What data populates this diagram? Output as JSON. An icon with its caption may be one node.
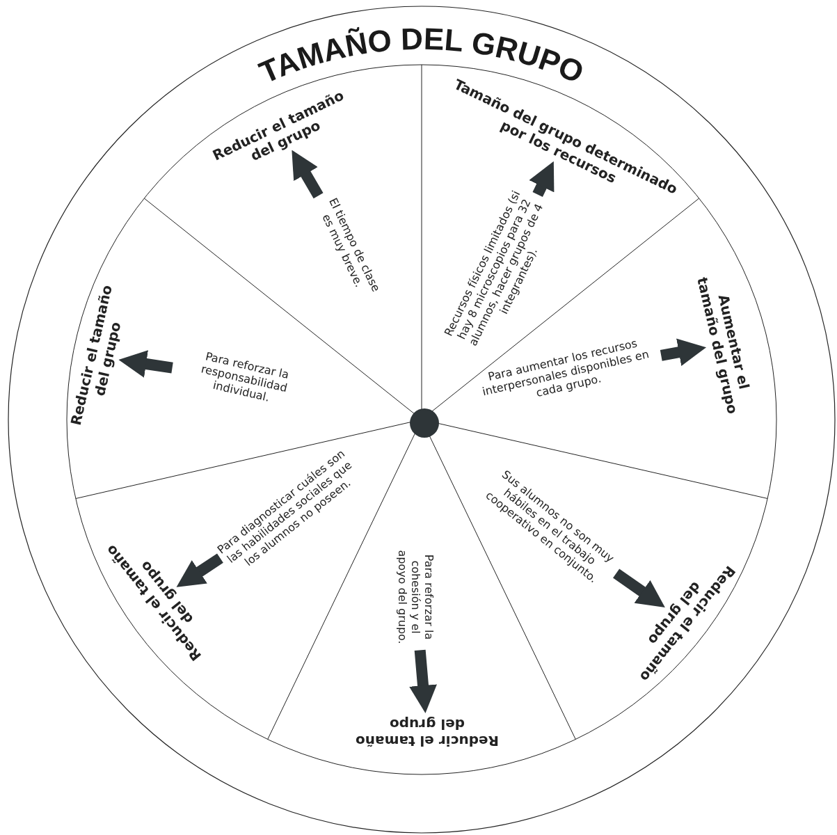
{
  "diagram": {
    "title": "TAMAÑO DEL GRUPO",
    "nodes": [
      {
        "text": [
          "Reducir el tamaño del grupo"
        ]
      },
      {
        "text": [
          "El tiempo de clase es muy breve."
        ]
      },
      {
        "text": [
          "Tamaño del grupo determinado por los recursos"
        ]
      },
      {
        "text": [
          "Recursos físicos limitados (si hay 8 microscopios para 32 alumnos, hacer grupos de 4 integrantes)."
        ]
      },
      {
        "text": [
          "Aumentar el tamaño del grupo"
        ]
      },
      {
        "text": [
          "Para aumentar los recursos interpersonales disponibles en cada grupo."
        ]
      },
      {
        "text": [
          "Reducir el tamaño del grupo"
        ]
      },
      {
        "text": [
          "Sus alumnos no son muy hábiles en el trabajo cooperativo en conjunto."
        ]
      },
      {
        "text": [
          "Reducir el tamaño del grupo"
        ]
      },
      {
        "text": [
          "Para reforzar la cohesión y el apoyo del grupo."
        ]
      },
      {
        "text": [
          "Reducir el tamaño del grupo"
        ]
      },
      {
        "text": [
          "Para diagnosticar cuáles son las habilidades sociales que los alumnos no poseen."
        ]
      },
      {
        "text": [
          "Reducir el tamaño del grupo"
        ]
      },
      {
        "text": [
          "Para reforzar la responsabilidad individual."
        ]
      }
    ],
    "edges": [
      {
        "from": 1,
        "to": 0,
        "arrow": "to"
      },
      {
        "from": 3,
        "to": 2,
        "arrow": "to"
      },
      {
        "from": 5,
        "to": 4,
        "arrow": "to"
      },
      {
        "from": 7,
        "to": 6,
        "arrow": "to"
      },
      {
        "from": 9,
        "to": 8,
        "arrow": "to"
      },
      {
        "from": 11,
        "to": 10,
        "arrow": "to"
      },
      {
        "from": 13,
        "to": 12,
        "arrow": "to"
      }
    ]
  }
}
